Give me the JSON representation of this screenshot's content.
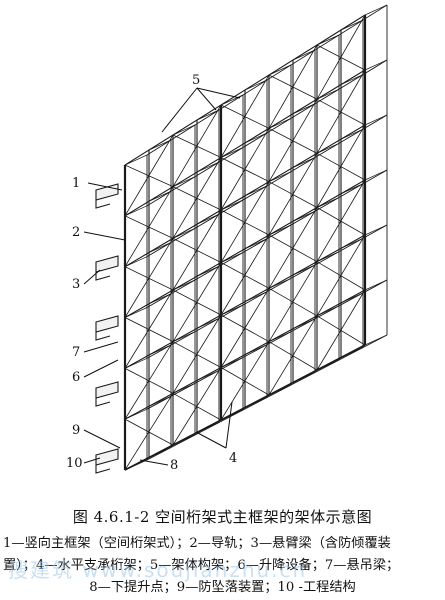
{
  "figure": {
    "callouts": [
      "1",
      "2",
      "3",
      "7",
      "6",
      "9",
      "10",
      "8",
      "4",
      "5"
    ]
  },
  "caption": {
    "title": "图 4.6.1-2   空间桁架式主框架的架体示意图",
    "legend_line_1": "1—竖向主框架（空间桁架式）；2—导轨；3—悬臂梁（含防倾覆装",
    "legend_line_2": "置）；4—水平支承桁架；5—架体构架；6—升降设备；7—悬吊梁；",
    "legend_line_3": "8—下提升点；9—防坠落装置；10 -工程结构"
  },
  "watermark": "搜建筑  www.soujianzhu.cn"
}
